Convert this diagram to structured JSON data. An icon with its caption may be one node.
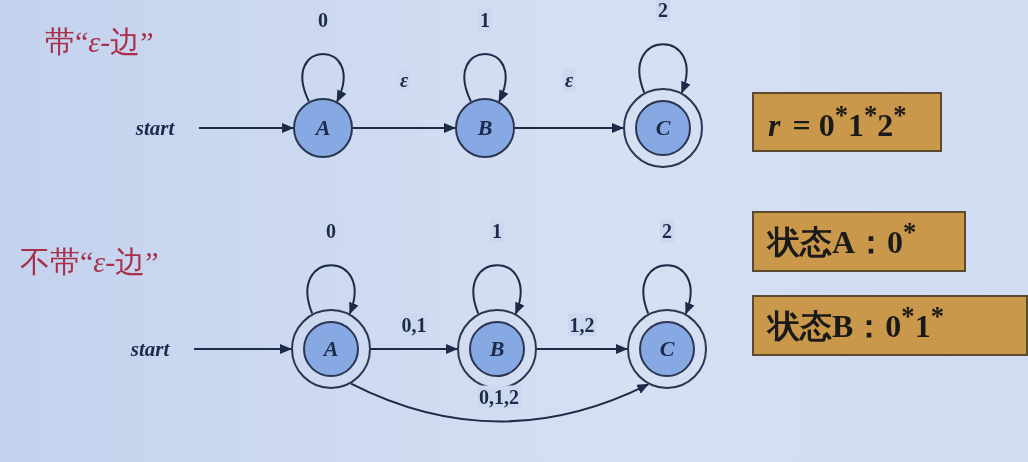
{
  "diagram": {
    "nodes": [
      {
        "text": [
          "start"
        ]
      },
      {
        "text": [
          "A"
        ]
      },
      {
        "text": [
          "B"
        ]
      },
      {
        "text": [
          "C"
        ]
      },
      {
        "text": [
          "start"
        ]
      },
      {
        "text": [
          "A"
        ]
      },
      {
        "text": [
          "B"
        ]
      },
      {
        "text": [
          "C"
        ]
      },
      {
        "text": [
          "*r* = 0$^{*}$1$^{*}$2$^{*}$"
        ]
      },
      {
        "text": [
          "状态A：0$^{*}$"
        ]
      },
      {
        "text": [
          "状态B：0$^{*}$1$^{*}$"
        ]
      }
    ],
    "edges": [
      {
        "from": 0,
        "to": 1,
        "arrow": "to"
      },
      {
        "from": 1,
        "to": 1,
        "arrow": "to",
        "label": "0"
      },
      {
        "from": 1,
        "to": 2,
        "arrow": "to",
        "label": "ε"
      },
      {
        "from": 2,
        "to": 2,
        "arrow": "to",
        "label": "1"
      },
      {
        "from": 2,
        "to": 3,
        "arrow": "to",
        "label": "ε"
      },
      {
        "from": 3,
        "to": 3,
        "arrow": "to",
        "label": "2"
      },
      {
        "from": 4,
        "to": 5,
        "arrow": "to"
      },
      {
        "from": 5,
        "to": 5,
        "arrow": "to",
        "label": "0"
      },
      {
        "from": 5,
        "to": 6,
        "arrow": "to",
        "label": "0,1"
      },
      {
        "from": 6,
        "to": 6,
        "arrow": "to",
        "label": "1"
      },
      {
        "from": 6,
        "to": 7,
        "arrow": "to",
        "label": "1,2"
      },
      {
        "from": 7,
        "to": 7,
        "arrow": "to",
        "label": "2"
      },
      {
        "from": 5,
        "to": 7,
        "arrow": "to",
        "label": "0,1,2"
      }
    ],
    "labels": [
      "带“*ε*-边”",
      "不带“*ε*-边”"
    ]
  }
}
